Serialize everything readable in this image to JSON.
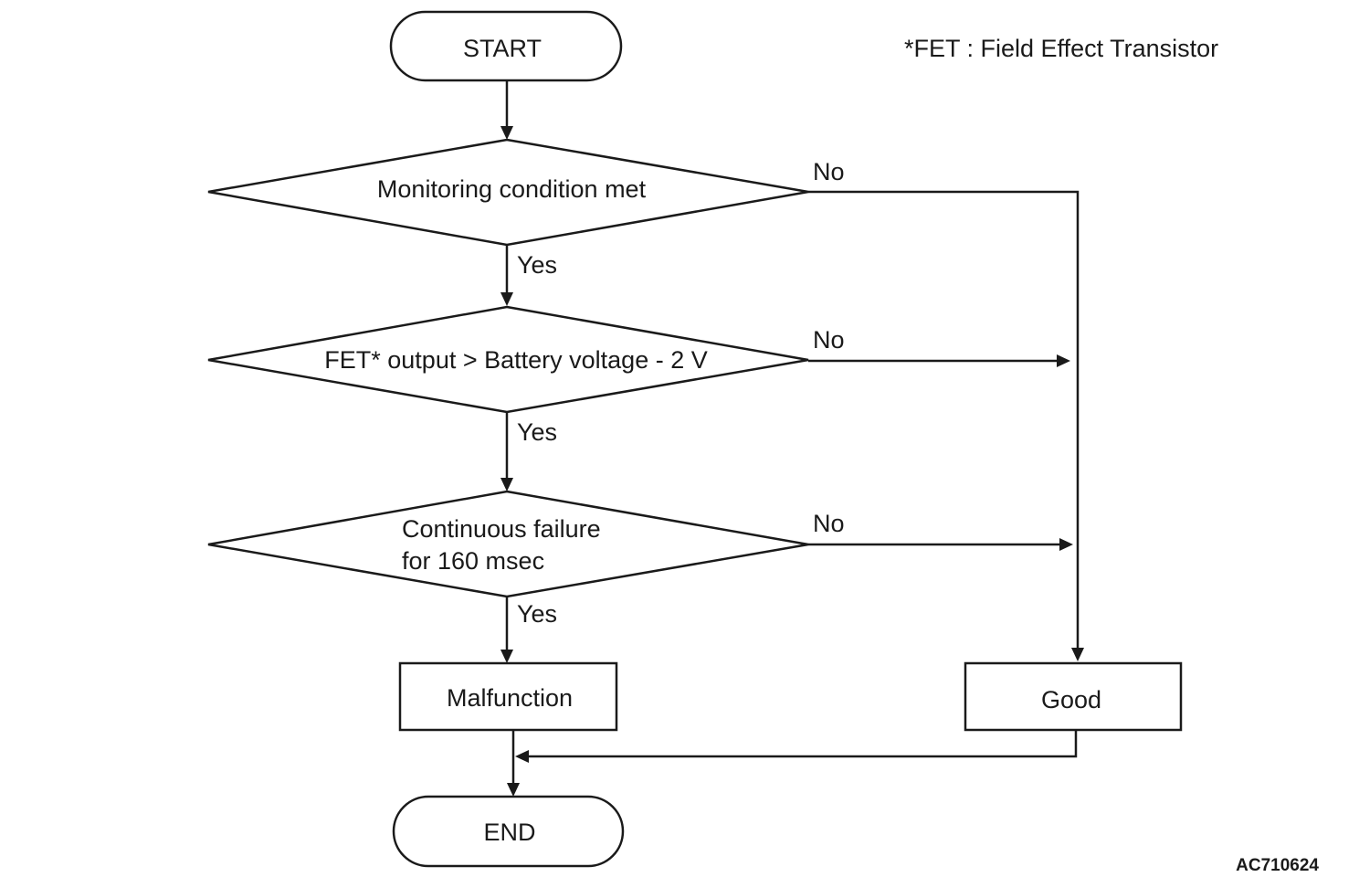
{
  "note": "*FET : Field Effect Transistor",
  "figure_code": "AC710624",
  "nodes": {
    "start": "START",
    "decision1": "Monitoring condition met",
    "decision2": "FET* output > Battery voltage - 2 V",
    "decision3_line1": "Continuous failure",
    "decision3_line2": "for 160 msec",
    "malfunction": "Malfunction",
    "good": "Good",
    "end": "END"
  },
  "branches": {
    "d1_yes": "Yes",
    "d1_no": "No",
    "d2_yes": "Yes",
    "d2_no": "No",
    "d3_yes": "Yes",
    "d3_no": "No"
  }
}
